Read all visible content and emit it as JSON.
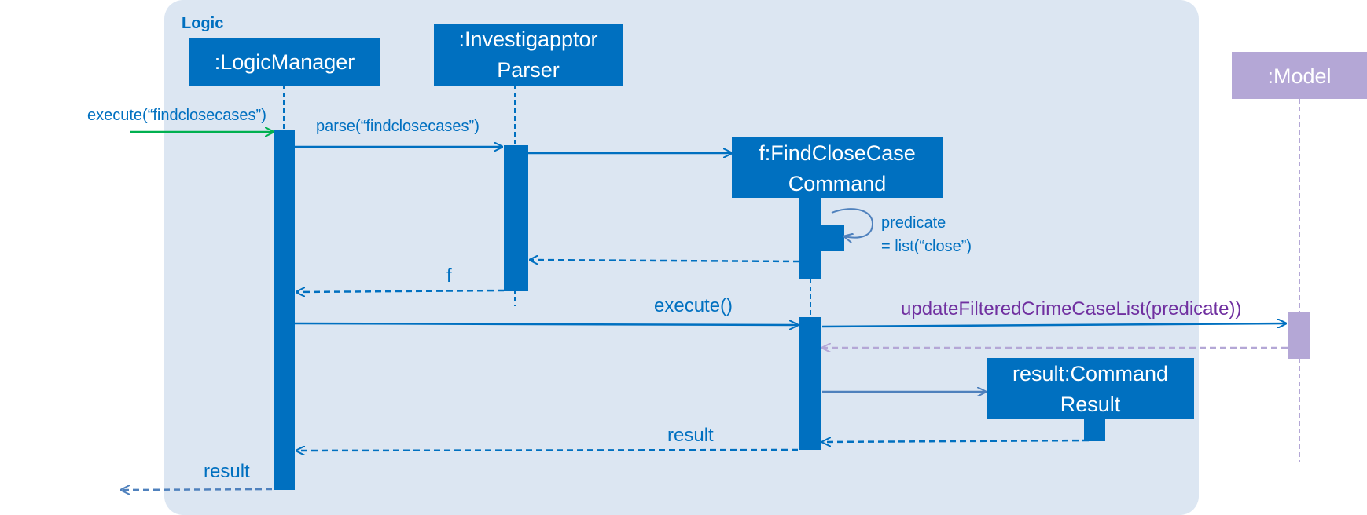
{
  "frame": {
    "title": "Logic"
  },
  "participants": {
    "logic_manager": {
      "label": ":LogicManager"
    },
    "parser": {
      "line1": ":Investigapptor",
      "line2": "Parser"
    },
    "find_command": {
      "line1": "f:FindCloseCase",
      "line2": "Command"
    },
    "command_result": {
      "line1": "result:Command",
      "line2": "Result"
    },
    "model": {
      "label": ":Model"
    }
  },
  "messages": {
    "execute_in": "execute(“findclosecases”)",
    "parse": "parse(“findclosecases”)",
    "self_line1": "predicate",
    "self_line2": "= list(“close”)",
    "return_f": "f",
    "execute_cmd": "execute()",
    "update_list": "updateFilteredCrimeCaseList(predicate))",
    "return_result": "result",
    "return_out": "result"
  },
  "colors": {
    "frame_bg": "#dce6f2",
    "logic_blue": "#0070c0",
    "model_purple": "#b4a7d6",
    "model_text": "#7030a0",
    "entry_green": "#00b050",
    "arrow_steel": "#4f81bd"
  }
}
